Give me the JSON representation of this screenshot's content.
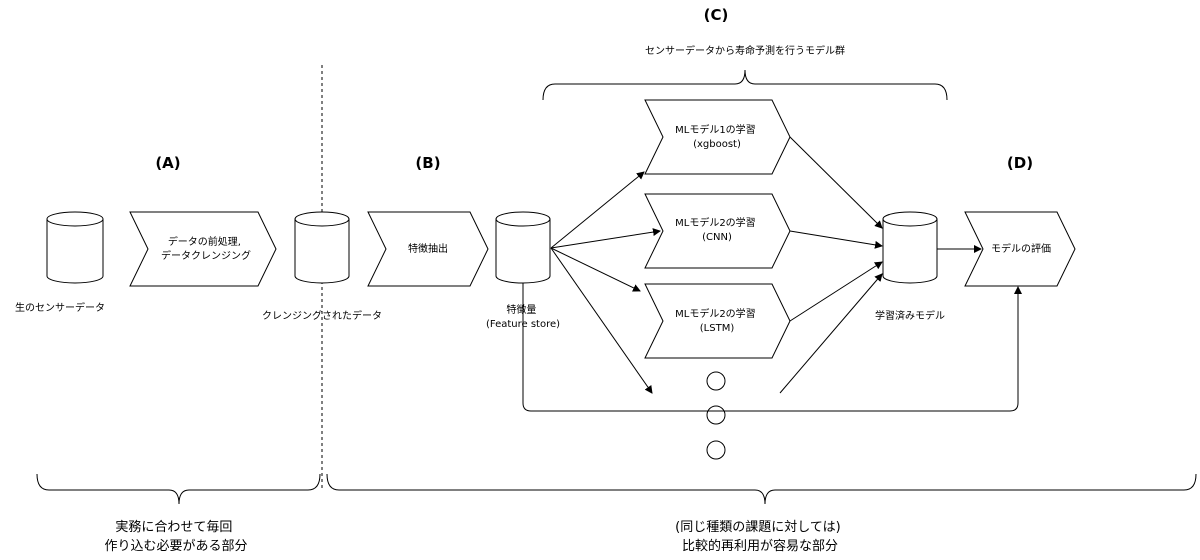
{
  "sections": {
    "a": "(A)",
    "b": "(B)",
    "c": "(C)",
    "d": "(D)"
  },
  "group_c_label": "センサーデータから寿命予測を行うモデル群",
  "nodes": {
    "raw_data": "生のセンサーデータ",
    "preprocess": [
      "データの前処理,",
      "データクレンジング"
    ],
    "cleansed_data": "クレンジングされたデータ",
    "feature_extract": "特徴抽出",
    "feature_store": [
      "特徴量",
      "(Feature store)"
    ],
    "model1": [
      "MLモデル1の学習",
      "(xgboost)"
    ],
    "model2": [
      "MLモデル2の学習",
      "(CNN)"
    ],
    "model3": [
      "MLモデル2の学習",
      "(LSTM)"
    ],
    "trained_models": "学習済みモデル",
    "evaluate": "モデルの評価"
  },
  "bottom": {
    "left": [
      "実務に合わせて毎回",
      "作り込む必要がある部分"
    ],
    "right": [
      "(同じ種類の課題に対しては)",
      "比較的再利用が容易な部分"
    ]
  }
}
